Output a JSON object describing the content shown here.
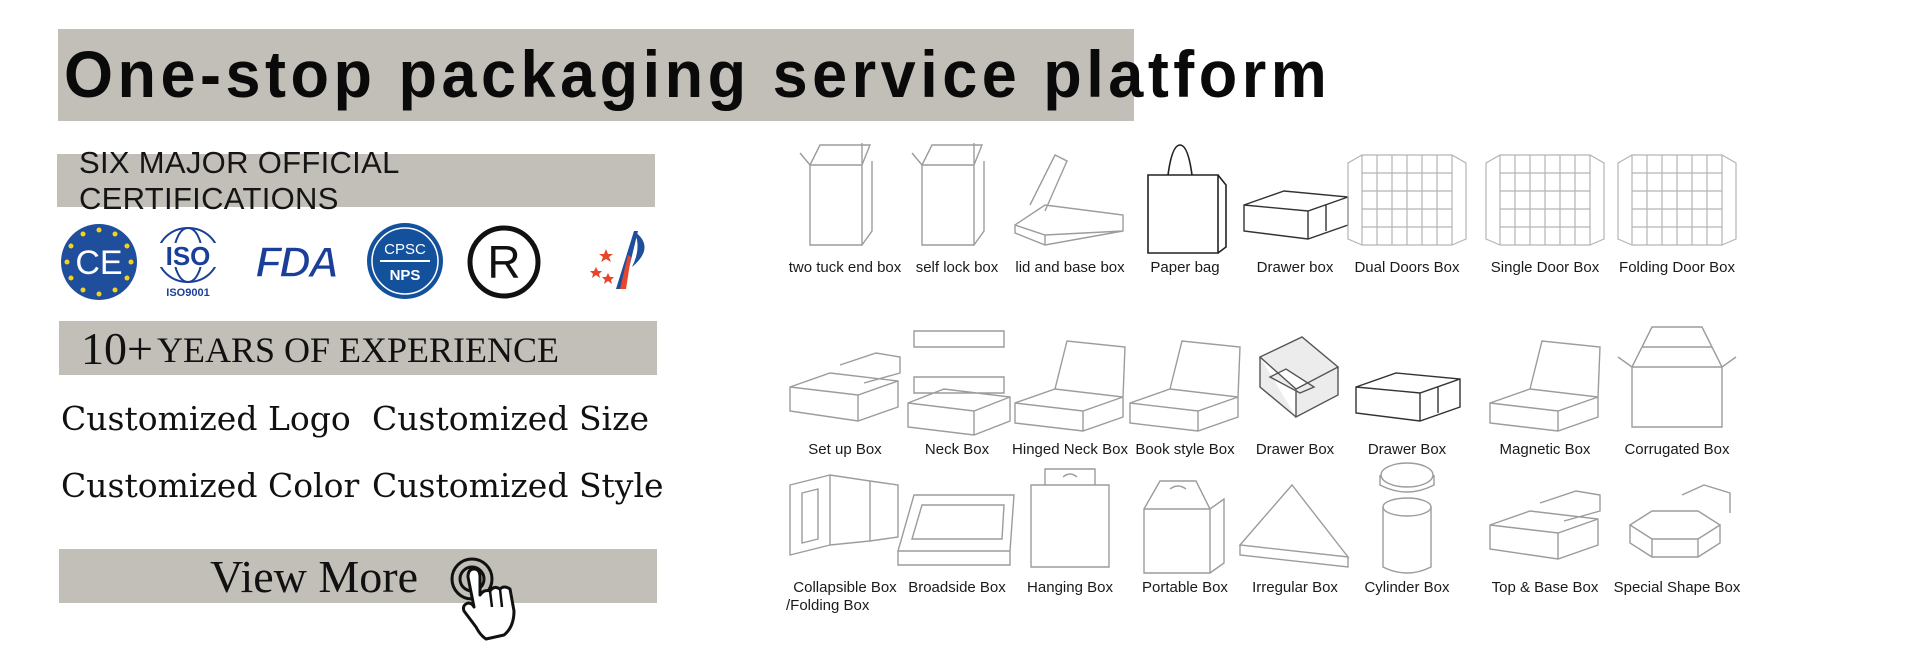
{
  "title": "One-stop packaging service platform",
  "certifications": {
    "heading": "SIX MAJOR OFFICIAL CERTIFICATIONS",
    "logos": [
      {
        "name": "ce-logo",
        "text": "CE"
      },
      {
        "name": "iso-logo",
        "text": "ISO",
        "sub": "ISO9001"
      },
      {
        "name": "fda-logo",
        "text": "FDA"
      },
      {
        "name": "cpsc-logo",
        "text": "CPSC",
        "sub": "NPS"
      },
      {
        "name": "registered-logo",
        "text": "R"
      },
      {
        "name": "brand-logo",
        "text": ""
      }
    ]
  },
  "experience": {
    "number": "10+",
    "text": "YEARS OF EXPERIENCE"
  },
  "customized": {
    "logo": "Customized Logo",
    "size": "Customized Size",
    "color": "Customized Color",
    "style": "Customized Style"
  },
  "view_more": "View More",
  "boxes": [
    {
      "label": "two tuck end box",
      "shape": "tuck"
    },
    {
      "label": "self lock box",
      "shape": "tuck"
    },
    {
      "label": "lid and base box",
      "shape": "flat-open"
    },
    {
      "label": "Paper bag",
      "shape": "bag"
    },
    {
      "label": "Drawer box",
      "shape": "drawer"
    },
    {
      "label": "Dual Doors Box",
      "shape": "grid-door"
    },
    {
      "label": "Single Door Box",
      "shape": "grid-door"
    },
    {
      "label": "Folding Door Box",
      "shape": "grid-door"
    },
    {
      "label": "Set up Box",
      "shape": "lid-box"
    },
    {
      "label": "Neck Box",
      "shape": "neck"
    },
    {
      "label": "Hinged Neck Box",
      "shape": "hinged"
    },
    {
      "label": "Book style Box",
      "shape": "hinged"
    },
    {
      "label": "Drawer Box",
      "shape": "drawer-open"
    },
    {
      "label": "Drawer Box",
      "shape": "drawer"
    },
    {
      "label": "Magnetic Box",
      "shape": "hinged"
    },
    {
      "label": "Corrugated Box",
      "shape": "corrugated"
    },
    {
      "label": "Collapsible  Box",
      "label2": "/Folding Box",
      "shape": "collapsible"
    },
    {
      "label": "Broadside Box",
      "shape": "tray"
    },
    {
      "label": "Hanging Box",
      "shape": "hanging"
    },
    {
      "label": "Portable Box",
      "shape": "portable"
    },
    {
      "label": "Irregular Box",
      "shape": "triangle"
    },
    {
      "label": "Cylinder Box",
      "shape": "cylinder"
    },
    {
      "label": "Top & Base Box",
      "shape": "lid-box"
    },
    {
      "label": "Special Shape Box",
      "shape": "hexagon"
    }
  ],
  "colors": {
    "bar": "#c2beb8",
    "line": "#9a9a9a",
    "ce_blue": "#1f4e9c",
    "fda_blue": "#1b3f99",
    "cpsc_blue": "#14519d"
  }
}
